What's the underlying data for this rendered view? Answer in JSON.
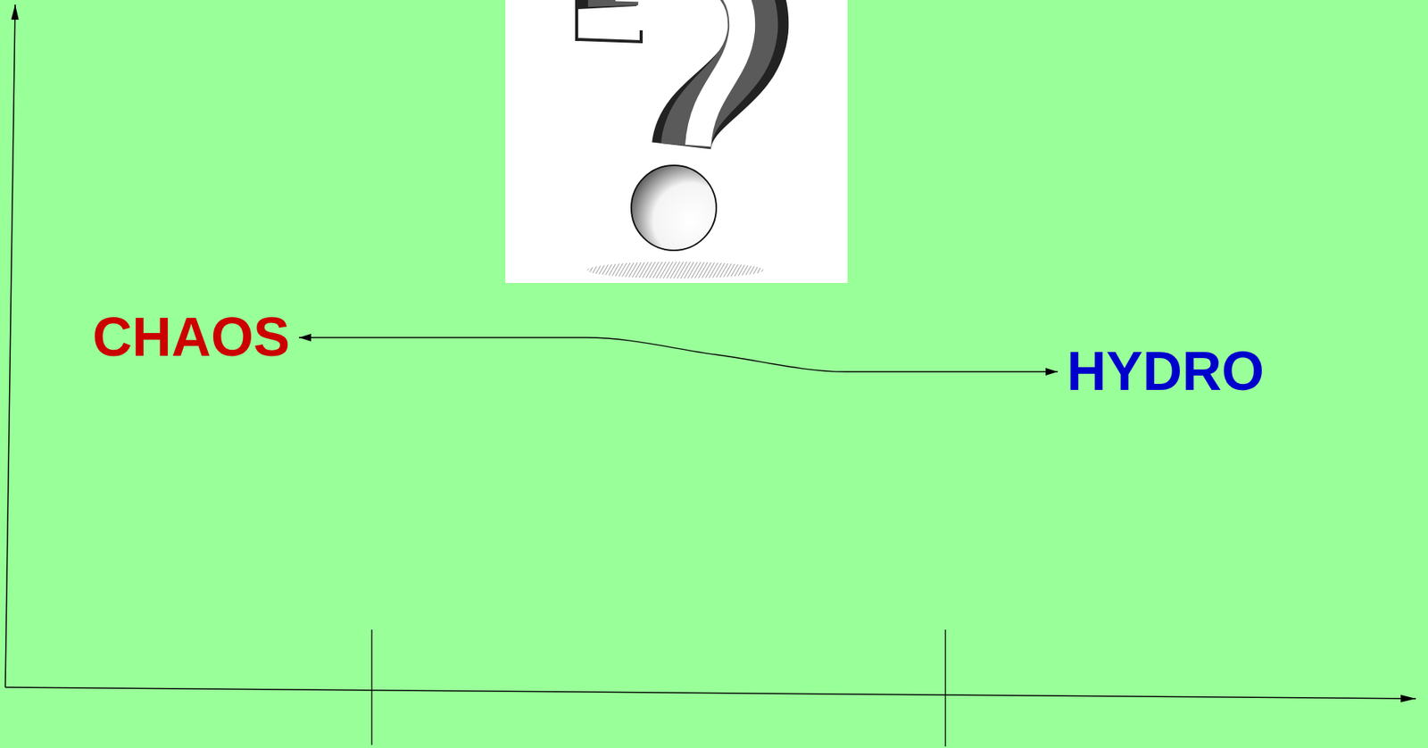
{
  "diagram": {
    "nodes": [
      {
        "text": [
          "CHAOS"
        ]
      },
      {
        "text": [
          "HYDRO"
        ]
      }
    ],
    "edges": [
      {
        "from": 0,
        "to": 1,
        "arrow": "both"
      }
    ]
  }
}
